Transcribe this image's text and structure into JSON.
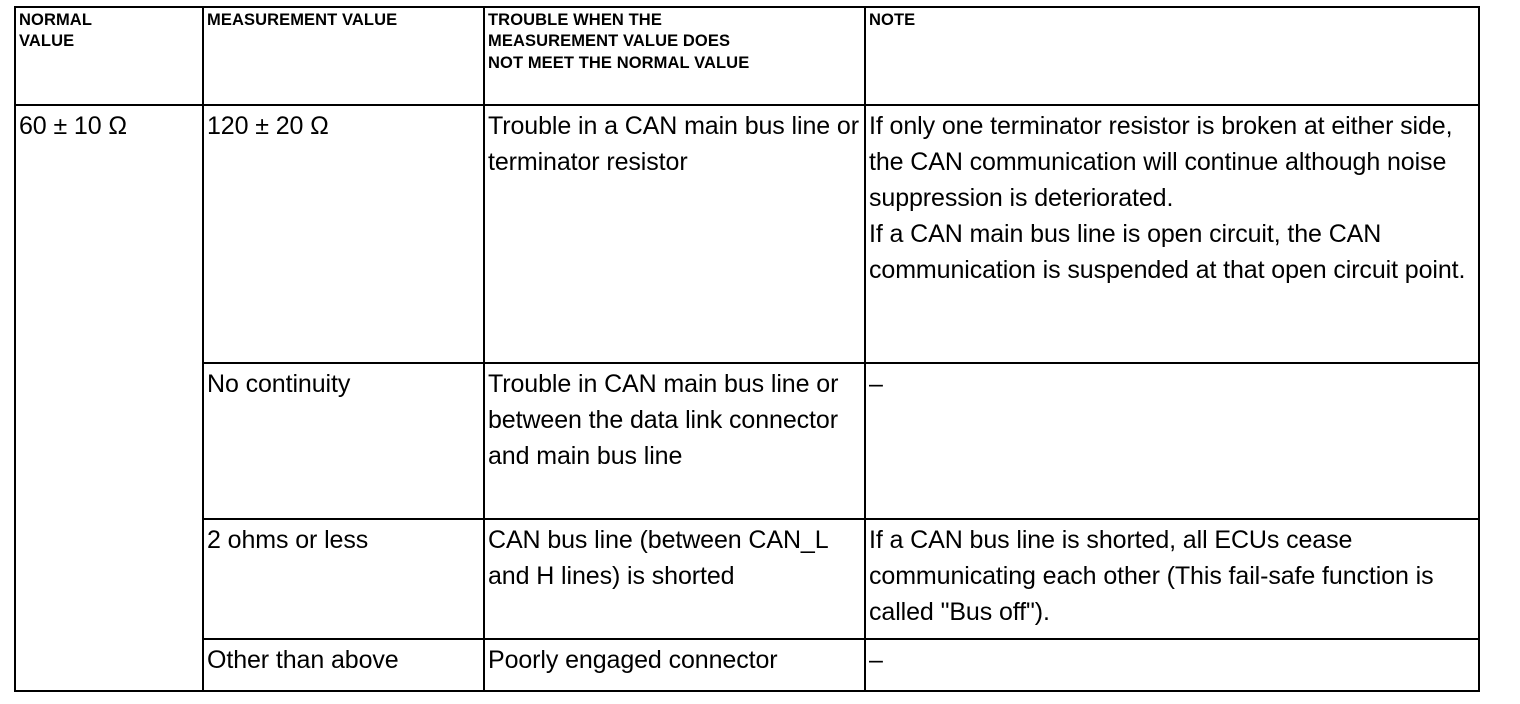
{
  "table": {
    "headers": [
      "NORMAL\nVALUE",
      "MEASUREMENT VALUE",
      "TROUBLE WHEN THE\nMEASUREMENT VALUE DOES\nNOT MEET THE NORMAL VALUE",
      "NOTE"
    ],
    "normal_value": "60 ± 10 Ω",
    "rows": [
      {
        "measurement_value": "120 ± 20 Ω",
        "trouble": "Trouble in a CAN main bus line or terminator resistor",
        "note": "If only one terminator resistor is broken at either side, the CAN communication will continue although noise suppression is deteriorated.\nIf a CAN main bus line is open circuit, the CAN communication is suspended at that open circuit point."
      },
      {
        "measurement_value": "No continuity",
        "trouble": "Trouble in CAN main bus line or between the data link connector and main bus line",
        "note": "–"
      },
      {
        "measurement_value": "2 ohms or less",
        "trouble": "CAN bus line (between CAN_L and H lines) is shorted",
        "note": "If a CAN bus line is shorted, all ECUs cease communicating each other (This fail-safe function is called \"Bus off\")."
      },
      {
        "measurement_value": "Other than above",
        "trouble": "Poorly engaged connector",
        "note": "–"
      }
    ]
  },
  "colors": {
    "border": "#000000",
    "text": "#000000",
    "background": "#ffffff"
  }
}
